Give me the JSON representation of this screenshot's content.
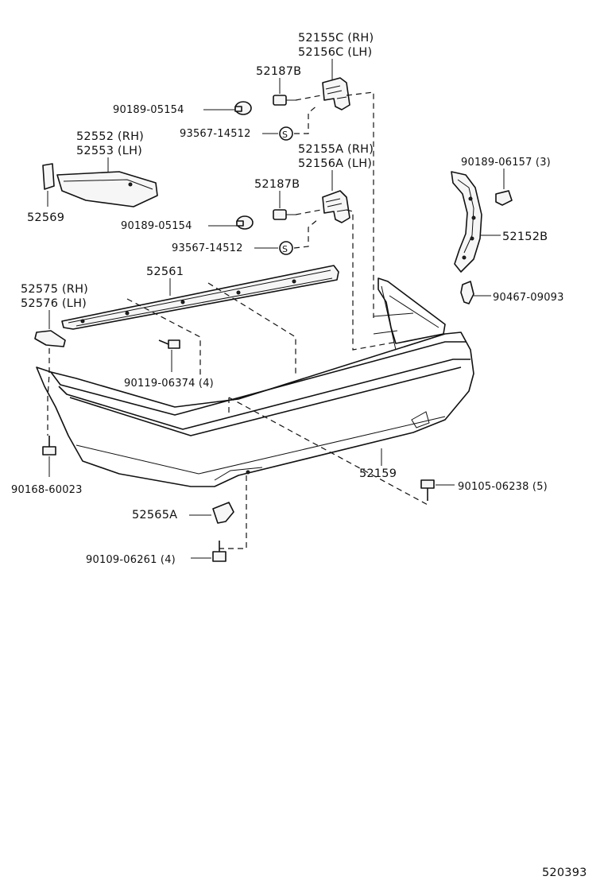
{
  "diagram_id": "520393",
  "labels": {
    "p52155C": "52155C (RH)",
    "p52156C": "52156C (LH)",
    "p52187B_top": "52187B",
    "p90189_05154_top": "90189-05154",
    "p93567_14512_top": "93567-14512",
    "p52552": "52552 (RH)",
    "p52553": "52553 (LH)",
    "p52569": "52569",
    "p52155A": "52155A (RH)",
    "p52156A": "52156A (LH)",
    "p52187B_mid": "52187B",
    "p90189_05154_mid": "90189-05154",
    "p93567_14512_mid": "93567-14512",
    "p90189_06157": "90189-06157 (3)",
    "p52152B": "52152B",
    "p52561": "52561",
    "p52575": "52575 (RH)",
    "p52576": "52576 (LH)",
    "p90467_09093": "90467-09093",
    "p90119_06374": "90119-06374 (4)",
    "p90168_60023": "90168-60023",
    "p52159": "52159",
    "p90105_06238": "90105-06238 (5)",
    "p52565A": "52565A",
    "p90109_06261": "90109-06261 (4)"
  },
  "symbols": {
    "clip_marker": "S"
  },
  "icons": [
    "bolt-icon",
    "clip-icon",
    "fastener-s-icon"
  ],
  "colors": {
    "line": "#111111",
    "background": "#ffffff"
  }
}
